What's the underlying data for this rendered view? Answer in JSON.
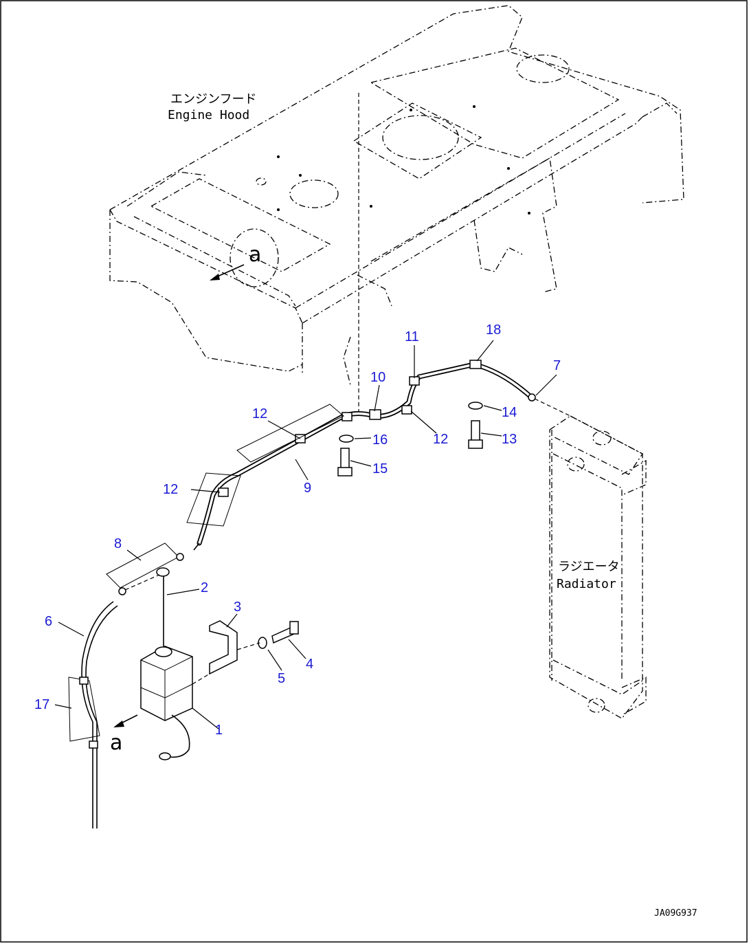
{
  "labels": {
    "engine_hood_jp": "エンジンフード",
    "engine_hood_en": "Engine Hood",
    "radiator_jp": "ラジエータ",
    "radiator_en": "Radiator",
    "section_marker": "a",
    "drawing_number": "JA09G937"
  },
  "callouts": [
    {
      "id": "1",
      "label": "1"
    },
    {
      "id": "2",
      "label": "2"
    },
    {
      "id": "3",
      "label": "3"
    },
    {
      "id": "4",
      "label": "4"
    },
    {
      "id": "5",
      "label": "5"
    },
    {
      "id": "6",
      "label": "6"
    },
    {
      "id": "7",
      "label": "7"
    },
    {
      "id": "8",
      "label": "8"
    },
    {
      "id": "9",
      "label": "9"
    },
    {
      "id": "10",
      "label": "10"
    },
    {
      "id": "11",
      "label": "11"
    },
    {
      "id": "12a",
      "label": "12"
    },
    {
      "id": "12b",
      "label": "12"
    },
    {
      "id": "12c",
      "label": "12"
    },
    {
      "id": "13",
      "label": "13"
    },
    {
      "id": "14",
      "label": "14"
    },
    {
      "id": "15",
      "label": "15"
    },
    {
      "id": "16",
      "label": "16"
    },
    {
      "id": "17",
      "label": "17"
    },
    {
      "id": "18",
      "label": "18"
    }
  ],
  "colors": {
    "callout": "#1a1ad4",
    "line": "#000000",
    "background": "#ffffff"
  }
}
